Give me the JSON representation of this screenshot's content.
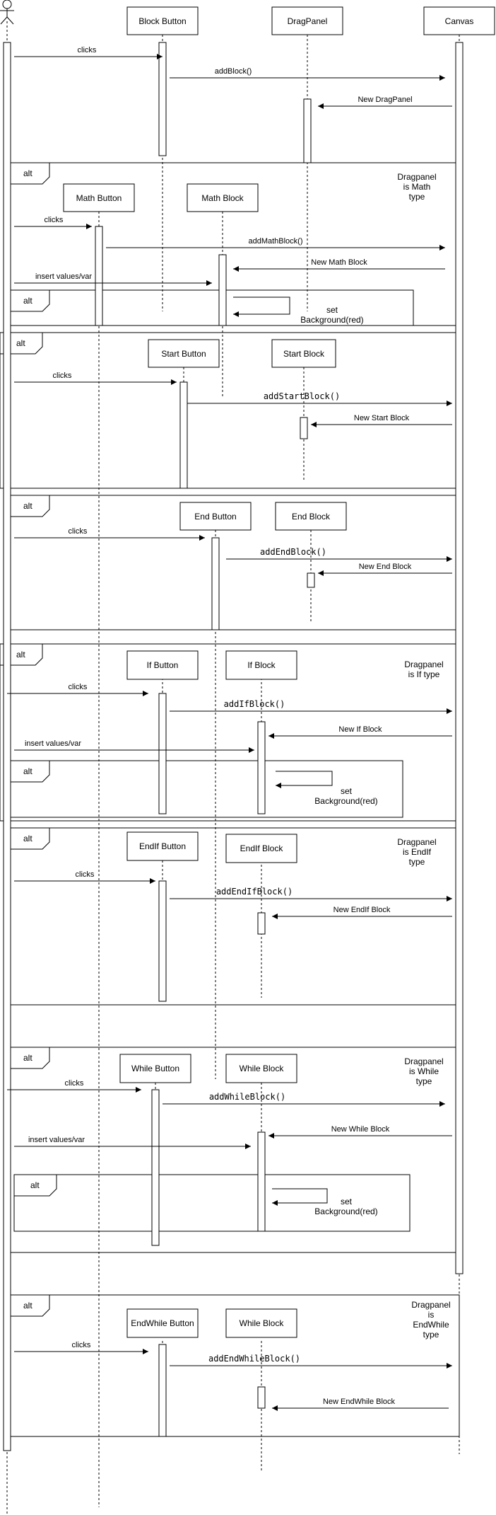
{
  "participants": {
    "block_button": "Block Button",
    "drag_panel": "DragPanel",
    "canvas": "Canvas",
    "math_button": "Math Button",
    "math_block": "Math Block",
    "start_button": "Start Button",
    "start_block": "Start Block",
    "end_button": "End Button",
    "end_block": "End Block",
    "if_button": "If Button",
    "if_block": "If Block",
    "endif_button": "EndIf Button",
    "endif_block": "EndIf Block",
    "while_button": "While Button",
    "while_block": "While Block",
    "endwhile_button": "EndWhile Button",
    "while_block_2": "While Block"
  },
  "fragment_label": "alt",
  "messages": {
    "clicks": "clicks",
    "add_block": "addBlock()",
    "new_dragpanel": "New DragPanel",
    "add_math_block": "addMathBlock()",
    "new_math_block": "New Math Block",
    "insert_values": "insert values/var",
    "add_start_block": "addStartBlock()",
    "new_start_block": "New Start Block",
    "add_end_block": "addEndBlock()",
    "new_end_block": "New End Block",
    "add_if_block": "addIfBlock()",
    "new_if_block": "New If Block",
    "add_endif_block": "addEndIfBlock()",
    "new_endif_block": "New EndIf Block",
    "add_while_block": "addWhileBlock()",
    "new_while_block": "New While Block",
    "add_endwhile_block": "addEndWhileBlock()",
    "new_endwhile_block": "New EndWhile Block",
    "set_bg_1": "set",
    "set_bg_2": "Background(red)"
  },
  "conditions": {
    "math": [
      "Dragpanel",
      "is  Math",
      "type"
    ],
    "if": [
      "Dragpanel",
      "is If type"
    ],
    "endif": [
      "Dragpanel",
      "is EndIf",
      "type"
    ],
    "while": [
      "Dragpanel",
      "is While",
      "type"
    ],
    "endwhile": [
      "Dragpanel",
      "is",
      "EndWhile",
      "type"
    ]
  }
}
